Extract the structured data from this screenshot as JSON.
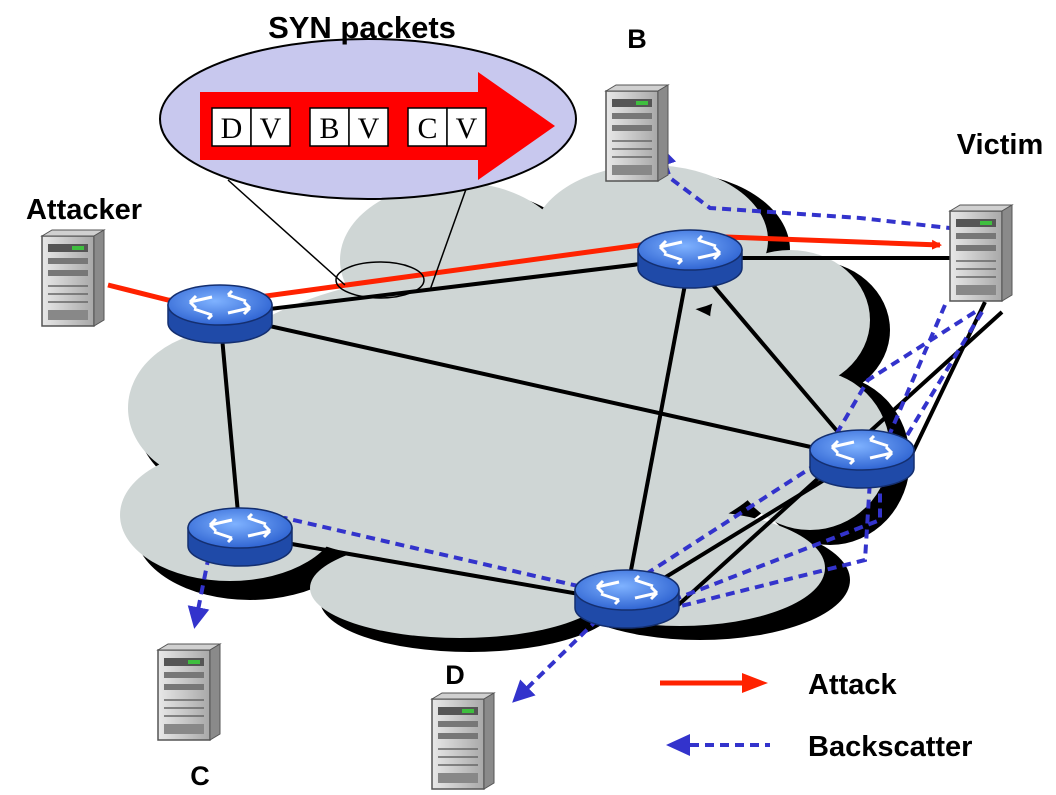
{
  "title": "SYN packets",
  "nodes": {
    "attacker": "Attacker",
    "victim": "Victim",
    "b": "B",
    "c": "C",
    "d": "D"
  },
  "packets": [
    {
      "src": "D",
      "dst": "V"
    },
    {
      "src": "B",
      "dst": "V"
    },
    {
      "src": "C",
      "dst": "V"
    }
  ],
  "legend": {
    "attack": "Attack",
    "backscatter": "Backscatter"
  },
  "colors": {
    "attack": "#ff2200",
    "backscatter": "#3333cc",
    "router": "#3a6fd8",
    "cloud": "#cfd6d5",
    "callout": "#c8c8ee",
    "server": "#9a9a9a"
  }
}
